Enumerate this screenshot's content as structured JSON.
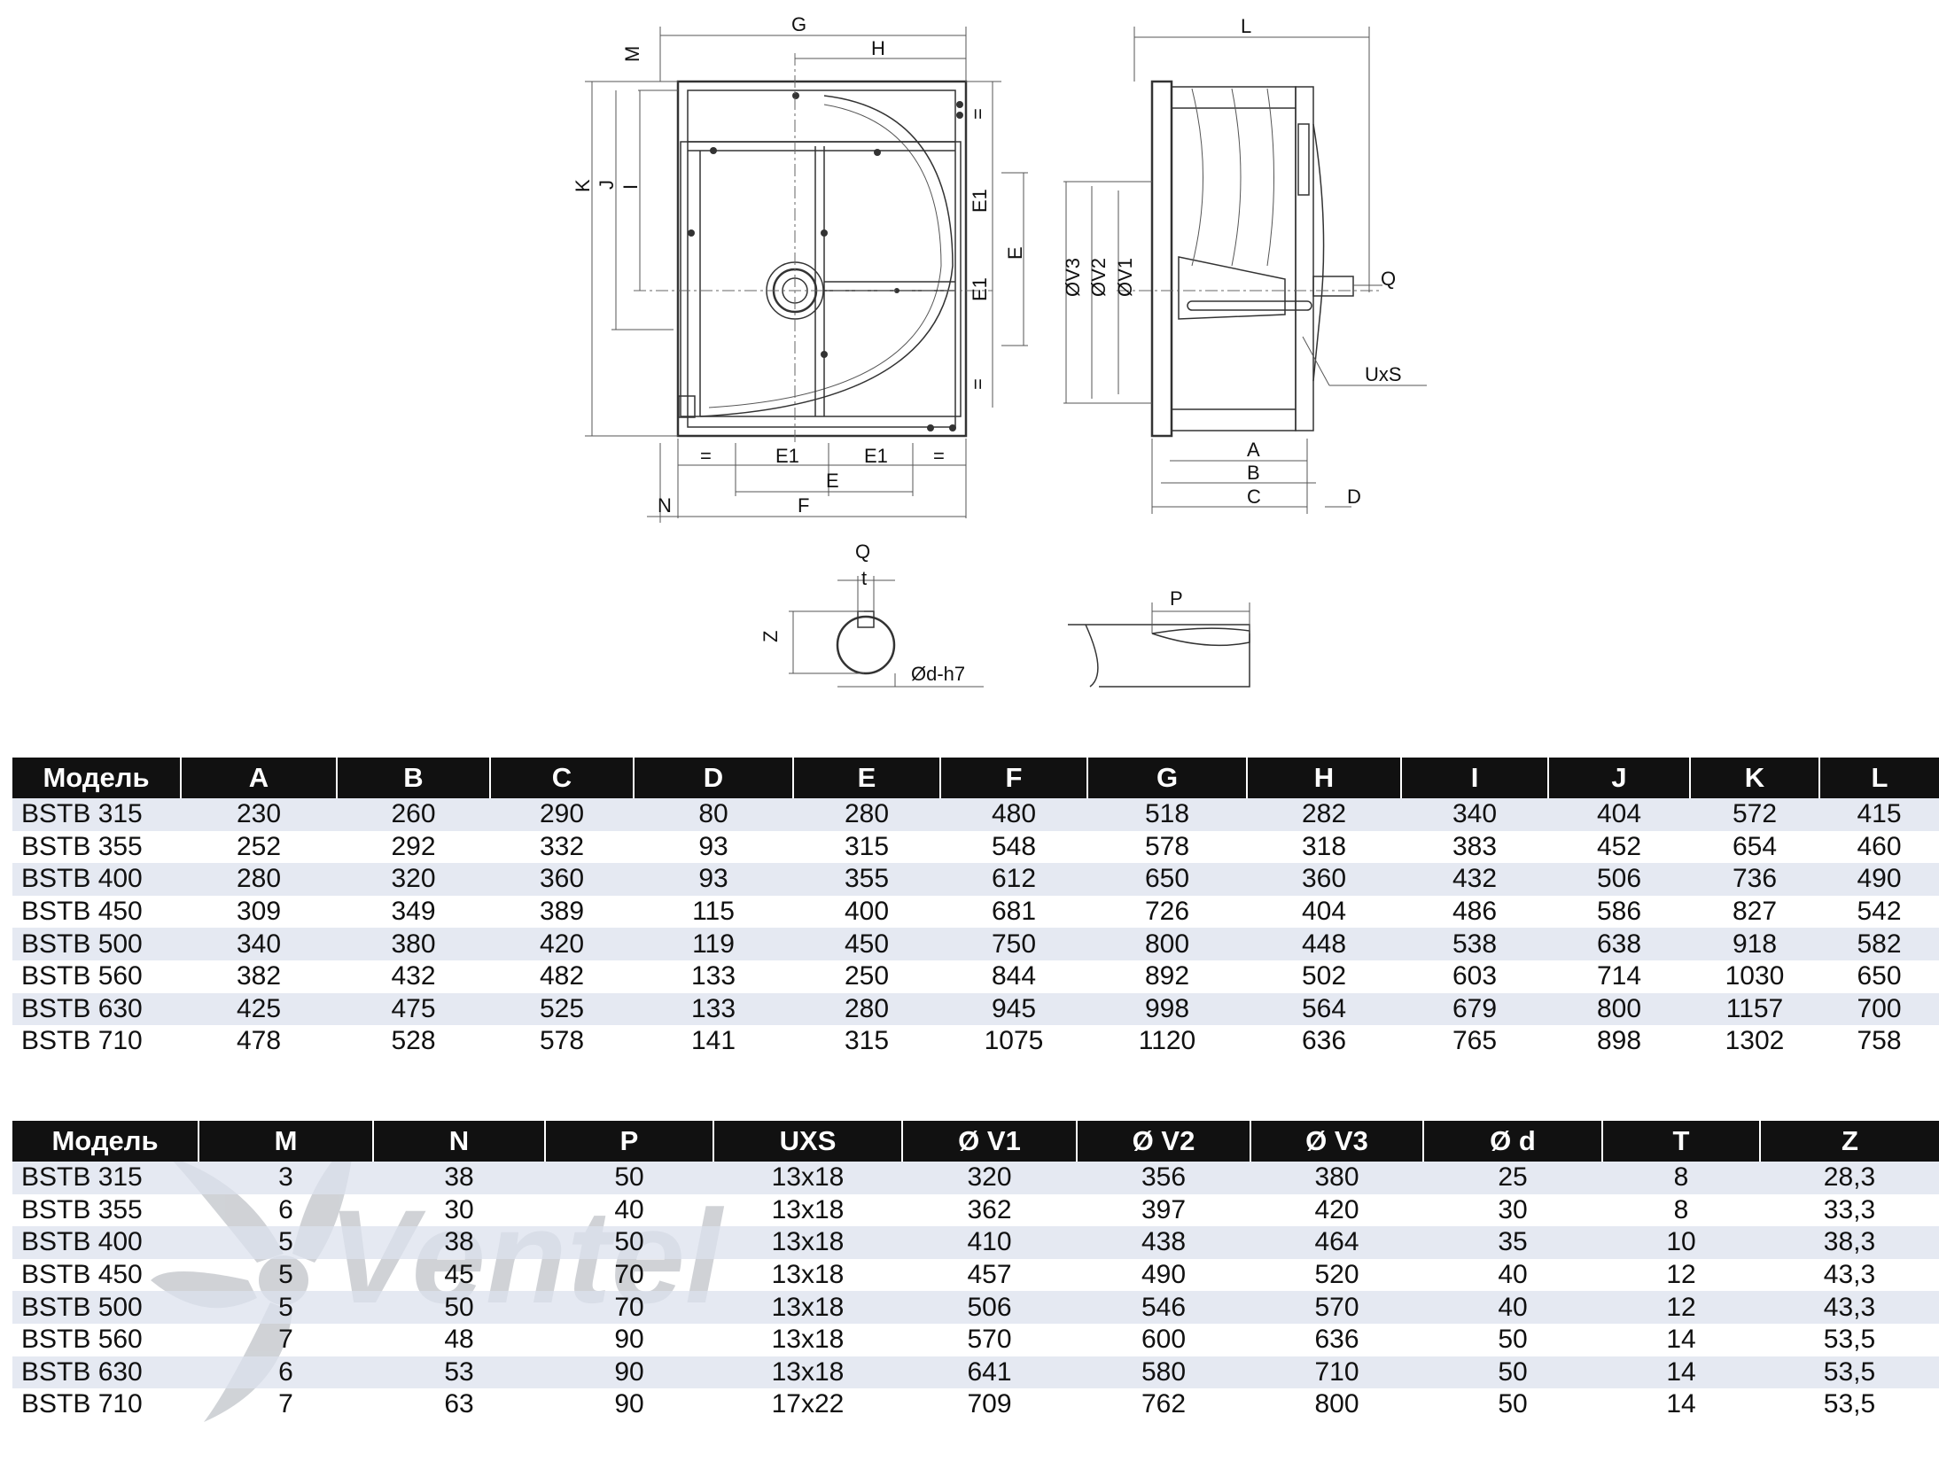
{
  "drawing": {
    "front_labels": {
      "G": "G",
      "H": "H",
      "M": "M",
      "K": "K",
      "J": "J",
      "I": "I",
      "E1": "E1",
      "E": "E",
      "eq": "=",
      "F": "F",
      "N": "N"
    },
    "side_labels": {
      "L": "L",
      "V3": "ØV3",
      "V2": "ØV2",
      "V1": "ØV1",
      "Q": "Q",
      "UxS": "UxS",
      "A": "A",
      "B": "B",
      "C": "C",
      "D": "D"
    },
    "shaft_labels": {
      "Q": "Q",
      "t": "t",
      "Z": "Z",
      "d": "Ød-h7",
      "P": "P"
    }
  },
  "table1": {
    "headers": [
      "Модель",
      "A",
      "B",
      "C",
      "D",
      "E",
      "F",
      "G",
      "H",
      "I",
      "J",
      "K",
      "L"
    ],
    "rows": [
      [
        "BSTB 315",
        "230",
        "260",
        "290",
        "80",
        "280",
        "480",
        "518",
        "282",
        "340",
        "404",
        "572",
        "415"
      ],
      [
        "BSTB 355",
        "252",
        "292",
        "332",
        "93",
        "315",
        "548",
        "578",
        "318",
        "383",
        "452",
        "654",
        "460"
      ],
      [
        "BSTB 400",
        "280",
        "320",
        "360",
        "93",
        "355",
        "612",
        "650",
        "360",
        "432",
        "506",
        "736",
        "490"
      ],
      [
        "BSTB 450",
        "309",
        "349",
        "389",
        "115",
        "400",
        "681",
        "726",
        "404",
        "486",
        "586",
        "827",
        "542"
      ],
      [
        "BSTB 500",
        "340",
        "380",
        "420",
        "119",
        "450",
        "750",
        "800",
        "448",
        "538",
        "638",
        "918",
        "582"
      ],
      [
        "BSTB 560",
        "382",
        "432",
        "482",
        "133",
        "250",
        "844",
        "892",
        "502",
        "603",
        "714",
        "1030",
        "650"
      ],
      [
        "BSTB 630",
        "425",
        "475",
        "525",
        "133",
        "280",
        "945",
        "998",
        "564",
        "679",
        "800",
        "1157",
        "700"
      ],
      [
        "BSTB 710",
        "478",
        "528",
        "578",
        "141",
        "315",
        "1075",
        "1120",
        "636",
        "765",
        "898",
        "1302",
        "758"
      ]
    ]
  },
  "table2": {
    "headers": [
      "Модель",
      "M",
      "N",
      "P",
      "UXS",
      "Ø V1",
      "Ø V2",
      "Ø V3",
      "Ø d",
      "T",
      "Z"
    ],
    "rows": [
      [
        "BSTB 315",
        "3",
        "38",
        "50",
        "13x18",
        "320",
        "356",
        "380",
        "25",
        "8",
        "28,3"
      ],
      [
        "BSTB 355",
        "6",
        "30",
        "40",
        "13x18",
        "362",
        "397",
        "420",
        "30",
        "8",
        "33,3"
      ],
      [
        "BSTB 400",
        "5",
        "38",
        "50",
        "13x18",
        "410",
        "438",
        "464",
        "35",
        "10",
        "38,3"
      ],
      [
        "BSTB 450",
        "5",
        "45",
        "70",
        "13x18",
        "457",
        "490",
        "520",
        "40",
        "12",
        "43,3"
      ],
      [
        "BSTB 500",
        "5",
        "50",
        "70",
        "13x18",
        "506",
        "546",
        "570",
        "40",
        "12",
        "43,3"
      ],
      [
        "BSTB 560",
        "7",
        "48",
        "90",
        "13x18",
        "570",
        "600",
        "636",
        "50",
        "14",
        "53,5"
      ],
      [
        "BSTB 630",
        "6",
        "53",
        "90",
        "13x18",
        "641",
        "580",
        "710",
        "50",
        "14",
        "53,5"
      ],
      [
        "BSTB 710",
        "7",
        "63",
        "90",
        "17x22",
        "709",
        "762",
        "800",
        "50",
        "14",
        "53,5"
      ]
    ]
  },
  "watermark": {
    "logo_text": "Ventel",
    "colors": {
      "grey": "#c8cbd0",
      "blue": "#b9d6ec"
    }
  }
}
